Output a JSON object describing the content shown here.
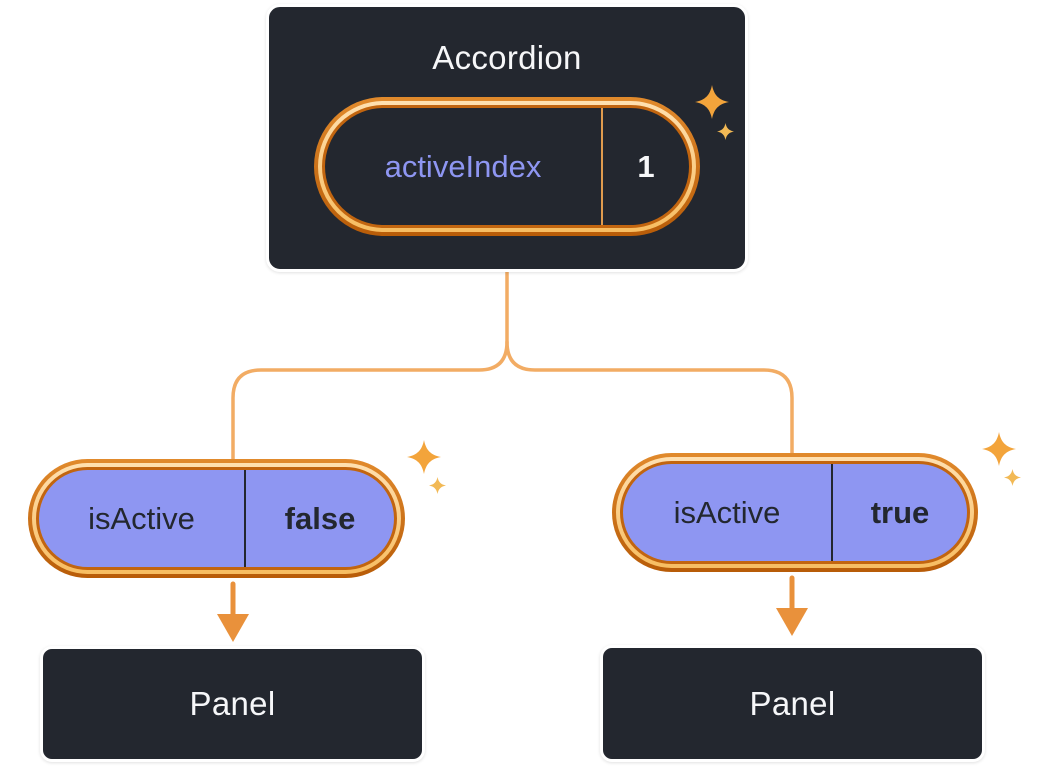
{
  "palette": {
    "canvas_bg": "#ffffff",
    "dark_surface": "#23272f",
    "light_text": "#f6f7f9",
    "purple": "#8e96f2",
    "connector_orange": "#f2ac64",
    "arrow_orange": "#e9913b",
    "ring_dark_orange": "#b85c08",
    "ring_light_orange": "#f7bd61",
    "sparkle_gold": "#f3a43b"
  },
  "accordion": {
    "title": "Accordion",
    "state_pill": {
      "label": "activeIndex",
      "value": "1"
    }
  },
  "left_branch": {
    "prop_pill": {
      "label": "isActive",
      "value": "false"
    },
    "panel": {
      "title": "Panel"
    }
  },
  "right_branch": {
    "prop_pill": {
      "label": "isActive",
      "value": "true"
    },
    "panel": {
      "title": "Panel"
    }
  }
}
